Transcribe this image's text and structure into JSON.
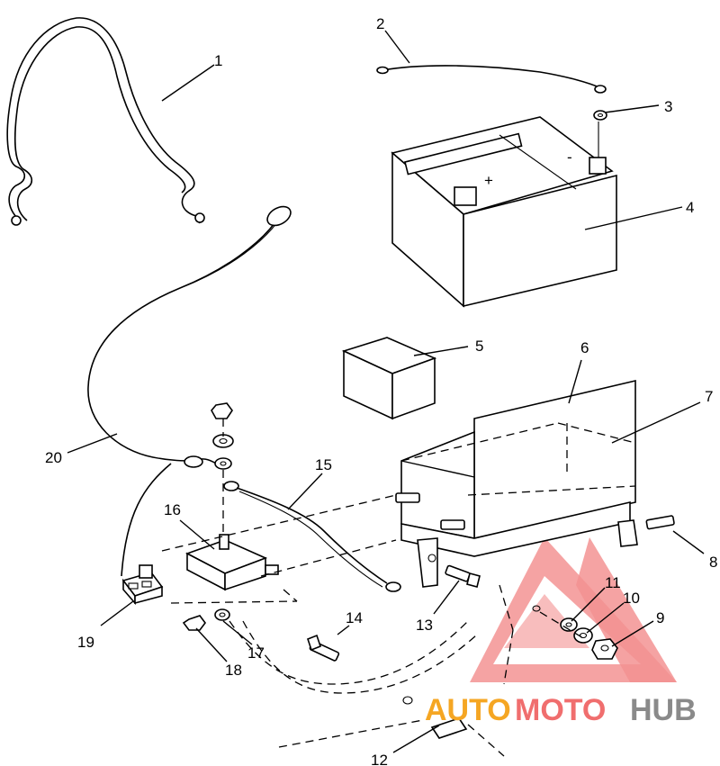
{
  "callouts": [
    {
      "id": "1",
      "text": "1"
    },
    {
      "id": "2",
      "text": "2"
    },
    {
      "id": "3",
      "text": "3"
    },
    {
      "id": "4",
      "text": "4"
    },
    {
      "id": "5",
      "text": "5"
    },
    {
      "id": "6",
      "text": "6"
    },
    {
      "id": "7",
      "text": "7"
    },
    {
      "id": "8",
      "text": "8"
    },
    {
      "id": "9",
      "text": "9"
    },
    {
      "id": "10",
      "text": "10"
    },
    {
      "id": "11",
      "text": "11"
    },
    {
      "id": "12",
      "text": "12"
    },
    {
      "id": "13",
      "text": "13"
    },
    {
      "id": "14",
      "text": "14"
    },
    {
      "id": "15",
      "text": "15"
    },
    {
      "id": "16",
      "text": "16"
    },
    {
      "id": "17",
      "text": "17"
    },
    {
      "id": "18",
      "text": "18"
    },
    {
      "id": "19",
      "text": "19"
    },
    {
      "id": "20",
      "text": "20"
    }
  ],
  "battery_marks": {
    "plus": "+",
    "minus": "-"
  },
  "watermark": {
    "part1": "AUTO",
    "part2": "MOTO",
    "part3": "HUB",
    "color_orange": "#f5a623",
    "color_pink": "#f06e6e",
    "color_gray": "#8a8a8a"
  }
}
